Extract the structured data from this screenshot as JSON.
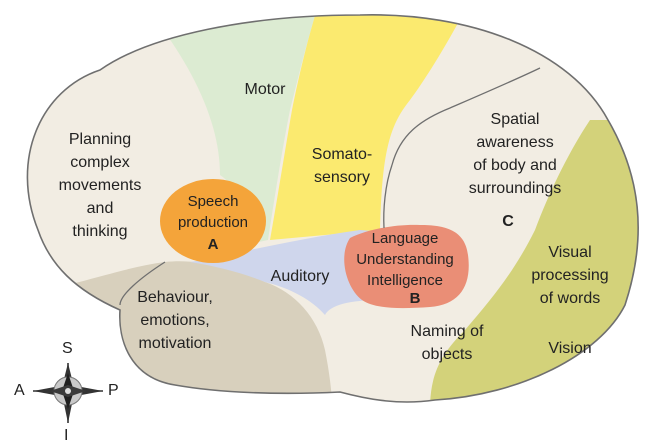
{
  "colors": {
    "outline": "#6f6f6f",
    "cream": "#f2ede3",
    "motor": "#dcebd2",
    "somatosensory": "#fbea6f",
    "speech": "#f4a43a",
    "language": "#ea8e76",
    "auditory": "#cfd6ec",
    "behaviour": "#d8d0bd",
    "vision": "#d3d27a"
  },
  "regions": {
    "motor": {
      "label": "Motor"
    },
    "somatosensory": {
      "label": "Somato-\nsensory"
    },
    "planning": {
      "label": "Planning\ncomplex\nmovements\nand\nthinking"
    },
    "speech": {
      "label": "Speech\nproduction",
      "letter": "A"
    },
    "spatial": {
      "label": "Spatial\nawareness\nof body and\nsurroundings",
      "letter": "C"
    },
    "language": {
      "label": "Language\nUnderstanding\nIntelligence",
      "letter": "B"
    },
    "auditory": {
      "label": "Auditory"
    },
    "visual_words": {
      "label": "Visual\nprocessing\nof words"
    },
    "behaviour": {
      "label": "Behaviour,\nemotions,\nmotivation"
    },
    "naming": {
      "label": "Naming of\nobjects"
    },
    "vision": {
      "label": "Vision"
    }
  },
  "compass": {
    "north": "S",
    "south": "I",
    "west": "A",
    "east": "P"
  }
}
